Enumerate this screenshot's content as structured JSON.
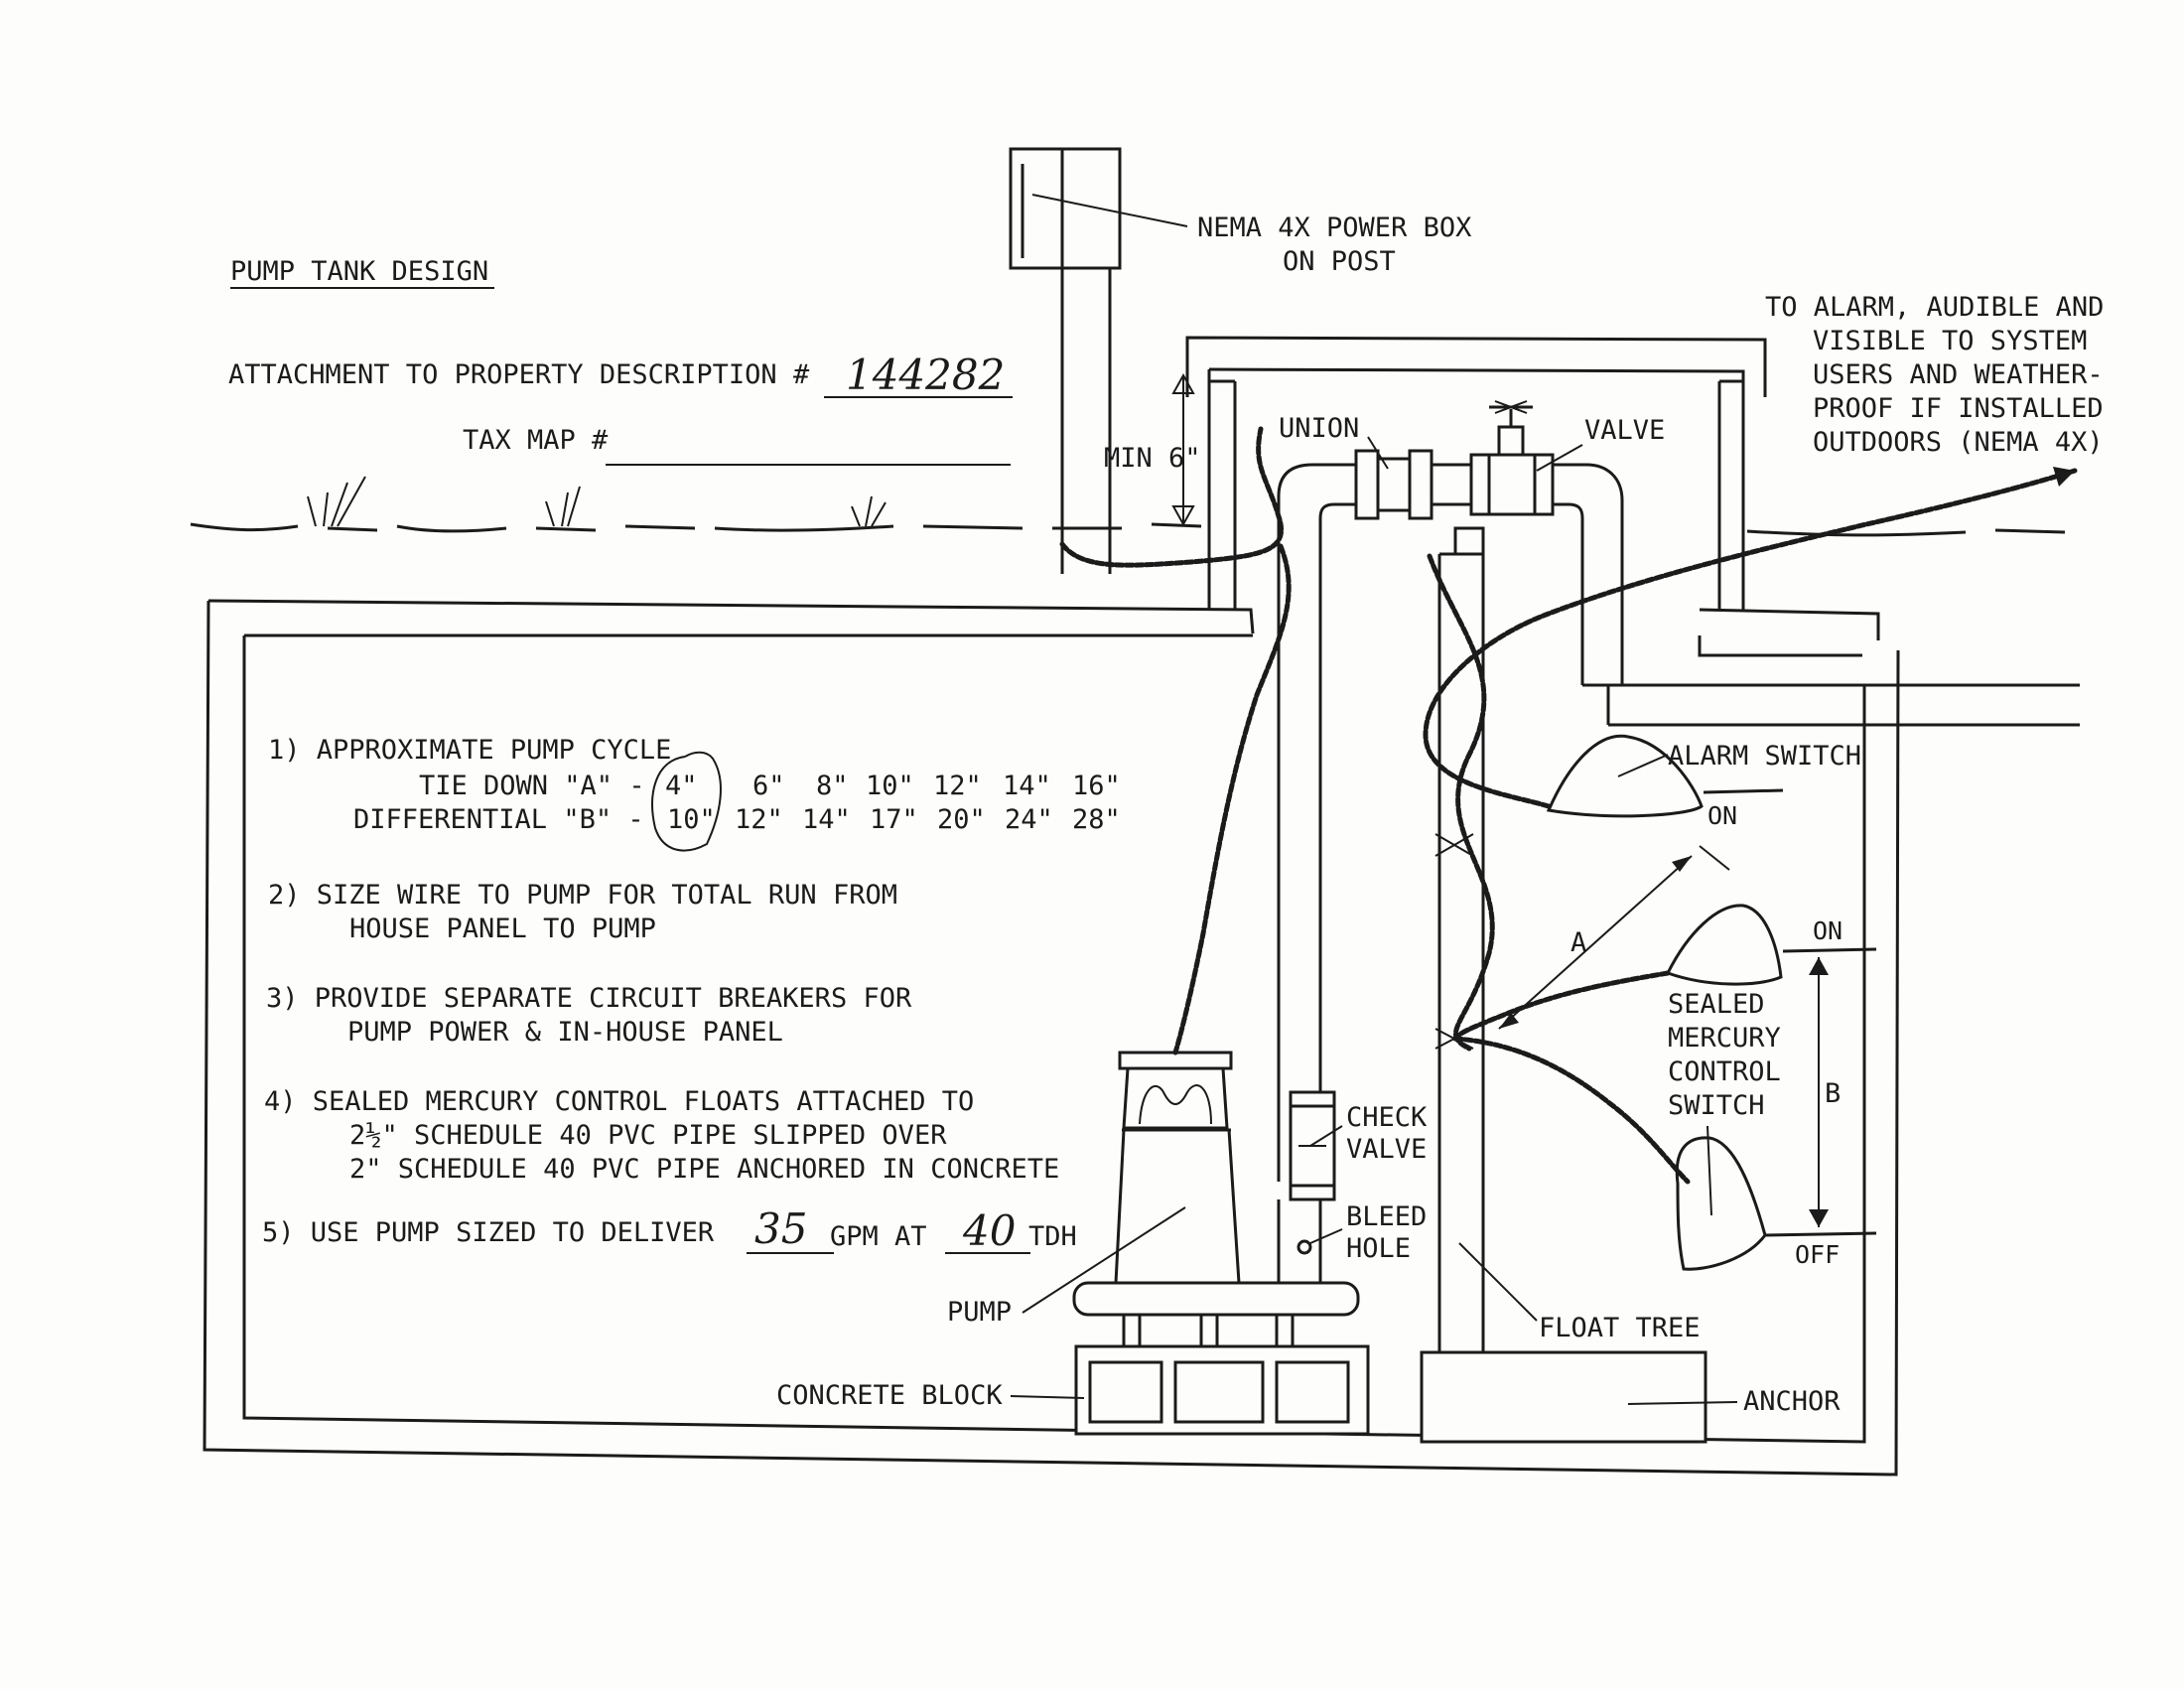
{
  "title": "PUMP TANK DESIGN",
  "header": {
    "attachment_label": "ATTACHMENT TO PROPERTY DESCRIPTION #",
    "attachment_value": "144282",
    "tax_map_label": "TAX MAP #",
    "tax_map_value": ""
  },
  "callouts": {
    "power_box_line1": "NEMA 4X POWER BOX",
    "power_box_line2": "ON POST",
    "alarm_line1": "TO ALARM, AUDIBLE AND",
    "alarm_line2": "VISIBLE TO SYSTEM",
    "alarm_line3": "USERS AND WEATHER-",
    "alarm_line4": "PROOF IF INSTALLED",
    "alarm_line5": "OUTDOORS (NEMA 4X)",
    "min": "MIN 6\"",
    "union": "UNION",
    "valve": "VALVE",
    "alarm_switch": "ALARM SWITCH",
    "on_upper": "ON",
    "on_lower": "ON",
    "off": "OFF",
    "dim_a": "A",
    "dim_b": "B",
    "sealed_line1": "SEALED",
    "sealed_line2": "MERCURY",
    "sealed_line3": "CONTROL",
    "sealed_line4": "SWITCH",
    "check_line1": "CHECK",
    "check_line2": "VALVE",
    "bleed_line1": "BLEED",
    "bleed_line2": "HOLE",
    "pump": "PUMP",
    "float_tree": "FLOAT TREE",
    "concrete_block": "CONCRETE BLOCK",
    "anchor": "ANCHOR"
  },
  "notes": {
    "n1_title": "1) APPROXIMATE PUMP CYCLE",
    "n1_row_a_label": "TIE DOWN \"A\" -",
    "n1_row_a_values": [
      "4\"",
      "6\"",
      "8\"",
      "10\"",
      "12\"",
      "14\"",
      "16\""
    ],
    "n1_row_b_label": "DIFFERENTIAL \"B\" -",
    "n1_row_b_values": [
      "10\"",
      "12\"",
      "14\"",
      "17\"",
      "20\"",
      "24\"",
      "28\""
    ],
    "n2_line1": "2) SIZE WIRE TO PUMP FOR TOTAL RUN FROM",
    "n2_line2": "HOUSE PANEL TO PUMP",
    "n3_line1": "3) PROVIDE SEPARATE CIRCUIT BREAKERS FOR",
    "n3_line2": "PUMP POWER & IN-HOUSE PANEL",
    "n4_line1": "4) SEALED MERCURY CONTROL FLOATS ATTACHED TO",
    "n4_line2": "2½\" SCHEDULE 40 PVC PIPE SLIPPED OVER",
    "n4_line3": "2\" SCHEDULE 40 PVC PIPE ANCHORED IN CONCRETE",
    "n5_prefix": "5) USE PUMP SIZED TO DELIVER",
    "n5_gpm_value": "35",
    "n5_gpm_label": "GPM AT",
    "n5_tdh_value": "40",
    "n5_tdh_label": "TDH"
  }
}
